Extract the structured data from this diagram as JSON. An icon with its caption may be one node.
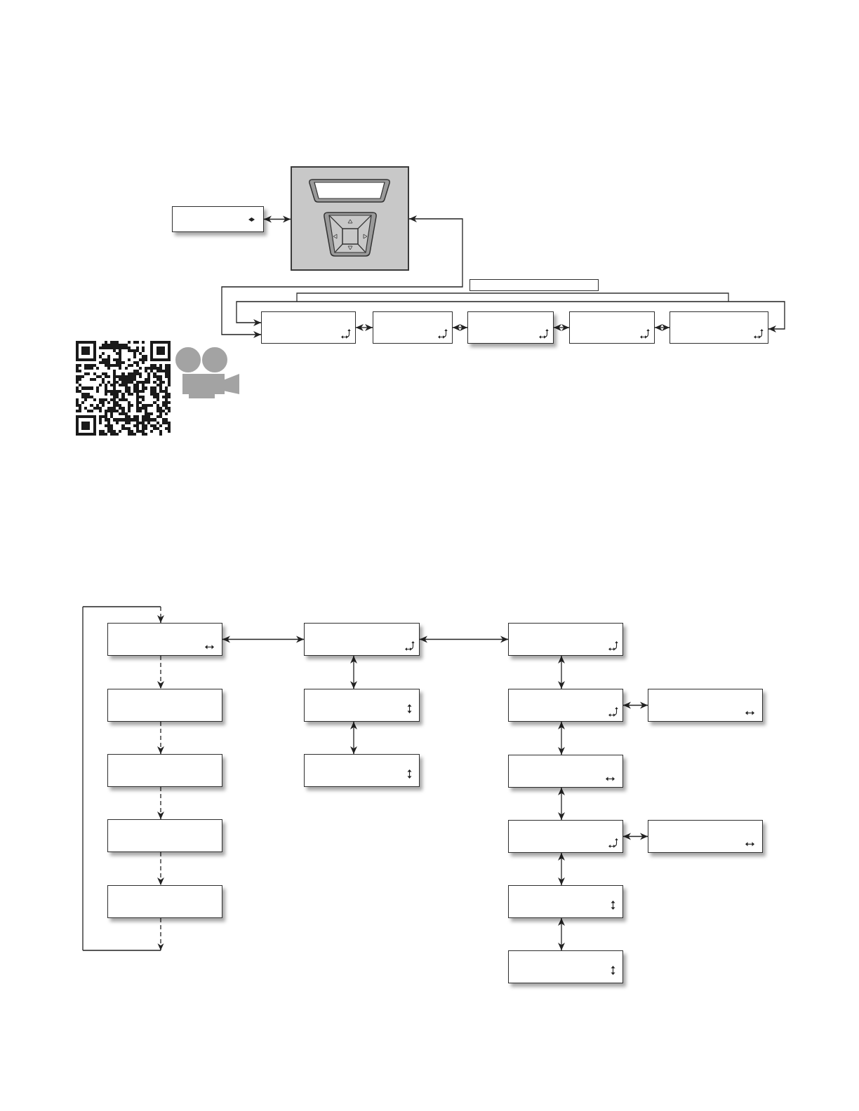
{
  "diagram": {
    "nodes": [
      {
        "text": [],
        "shape": "box"
      },
      {
        "text": [],
        "shape": "picture"
      },
      {
        "text": [],
        "shape": "box"
      },
      {
        "text": [],
        "shape": "box"
      },
      {
        "text": [],
        "shape": "box"
      },
      {
        "text": [],
        "shape": "box"
      },
      {
        "text": [],
        "shape": "box"
      },
      {
        "text": [],
        "shape": "box"
      },
      {
        "text": [],
        "shape": "box"
      },
      {
        "text": [],
        "shape": "box"
      },
      {
        "text": [],
        "shape": "box"
      },
      {
        "text": [],
        "shape": "box"
      },
      {
        "text": [],
        "shape": "box"
      },
      {
        "text": [],
        "shape": "box"
      },
      {
        "text": [],
        "shape": "box"
      },
      {
        "text": [],
        "shape": "box"
      },
      {
        "text": [],
        "shape": "box"
      },
      {
        "text": [],
        "shape": "box"
      },
      {
        "text": [],
        "shape": "box"
      },
      {
        "text": [],
        "shape": "box"
      },
      {
        "text": [],
        "shape": "box"
      },
      {
        "text": [],
        "shape": "box"
      },
      {
        "text": [],
        "shape": "box"
      },
      {
        "text": [],
        "shape": "box"
      }
    ],
    "edges": [
      {
        "from": 0,
        "to": 1,
        "arrow": "both"
      },
      {
        "from": 1,
        "to": 3,
        "arrow": "both"
      },
      {
        "from": 3,
        "to": 4,
        "arrow": "both"
      },
      {
        "from": 4,
        "to": 5,
        "arrow": "both"
      },
      {
        "from": 5,
        "to": 6,
        "arrow": "both"
      },
      {
        "from": 6,
        "to": 7,
        "arrow": "both"
      },
      {
        "from": 3,
        "to": 7,
        "arrow": "both"
      },
      {
        "from": 8,
        "to": 9,
        "arrow": "to",
        "style": "dashed"
      },
      {
        "from": 9,
        "to": 10,
        "arrow": "to",
        "style": "dashed"
      },
      {
        "from": 10,
        "to": 11,
        "arrow": "to",
        "style": "dashed"
      },
      {
        "from": 11,
        "to": 12,
        "arrow": "to",
        "style": "dashed"
      },
      {
        "from": 12,
        "to": 8,
        "arrow": "to",
        "style": "dashed"
      },
      {
        "from": 8,
        "to": 13,
        "arrow": "both"
      },
      {
        "from": 13,
        "to": 14,
        "arrow": "both"
      },
      {
        "from": 14,
        "to": 15,
        "arrow": "both"
      },
      {
        "from": 13,
        "to": 16,
        "arrow": "both"
      },
      {
        "from": 16,
        "to": 17,
        "arrow": "both"
      },
      {
        "from": 17,
        "to": 19,
        "arrow": "both"
      },
      {
        "from": 19,
        "to": 20,
        "arrow": "both"
      },
      {
        "from": 20,
        "to": 22,
        "arrow": "both"
      },
      {
        "from": 22,
        "to": 23,
        "arrow": "both"
      },
      {
        "from": 17,
        "to": 18,
        "arrow": "both"
      },
      {
        "from": 20,
        "to": 21,
        "arrow": "both"
      }
    ]
  }
}
